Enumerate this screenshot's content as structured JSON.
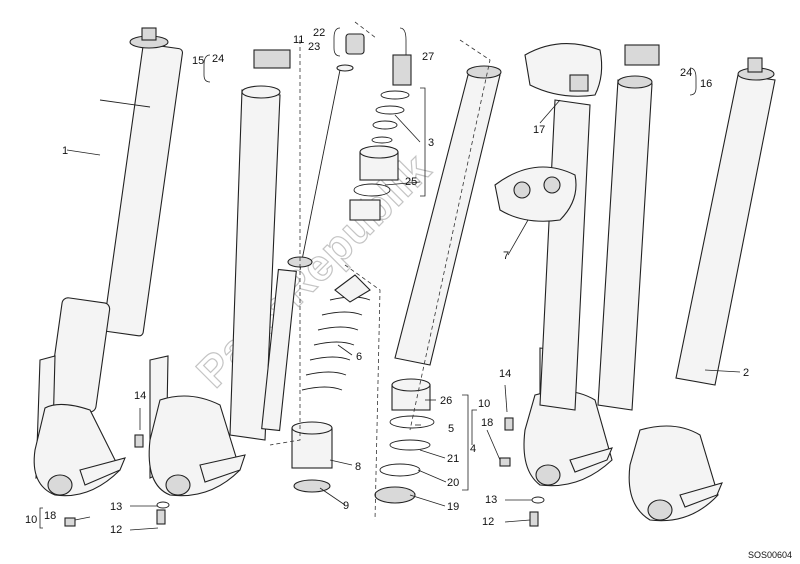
{
  "watermark": "PartsRepublik",
  "drawing_code": "SOS00604",
  "callouts": {
    "c1": "1",
    "c2": "2",
    "c3": "3",
    "c4": "4",
    "c5": "5",
    "c6": "6",
    "c7": "7",
    "c8": "8",
    "c9": "9",
    "c10a": "10",
    "c10b": "10",
    "c11": "11",
    "c12a": "12",
    "c12b": "12",
    "c13a": "13",
    "c13b": "13",
    "c14a": "14",
    "c14b": "14",
    "c15": "15",
    "c16": "16",
    "c17": "17",
    "c18a": "18",
    "c18b": "18",
    "c19": "19",
    "c20": "20",
    "c21": "21",
    "c22": "22",
    "c23": "23",
    "c24a": "24",
    "c24b": "24",
    "c25": "25",
    "c26": "26",
    "c27": "27"
  }
}
